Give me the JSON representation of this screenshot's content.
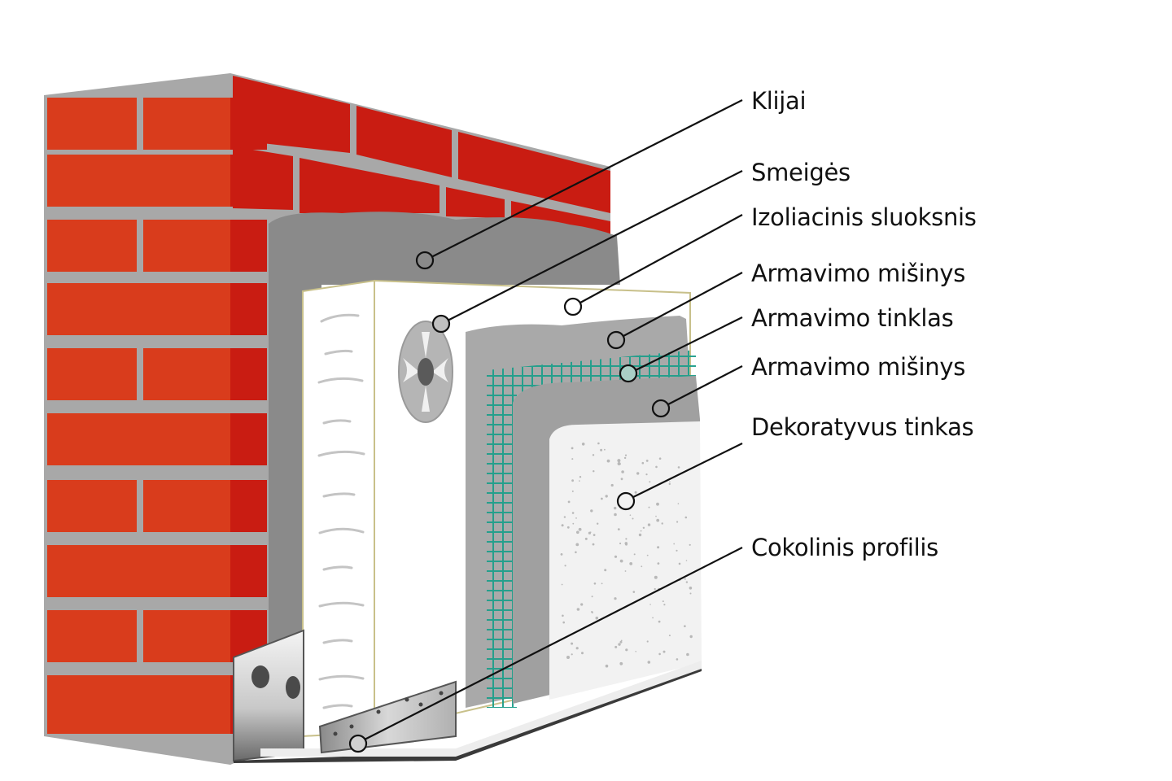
{
  "diagram": {
    "colors": {
      "brick_front": "#d93c1c",
      "brick_side": "#c91c12",
      "mortar": "#a8a8a8",
      "adhesive": "#8a8a8a",
      "insulation": "#ffffff",
      "insulation_edge": "#c8c08a",
      "base_coat": "#a9a9a9",
      "mesh": "#1e9e8a",
      "second_coat": "#a0a0a0",
      "plaster": "#f2f2f2",
      "profile": "#d4d4d4",
      "leader": "#111111"
    },
    "labels": [
      {
        "id": "klijai",
        "text": "Klijai"
      },
      {
        "id": "smeiges",
        "text": "Smeigės"
      },
      {
        "id": "izoliacinis",
        "text": "Izoliacinis sluoksnis"
      },
      {
        "id": "armavimo-misinys-1",
        "text": "Armavimo mišinys"
      },
      {
        "id": "armavimo-tinklas",
        "text": "Armavimo tinklas"
      },
      {
        "id": "armavimo-misinys-2",
        "text": "Armavimo mišinys"
      },
      {
        "id": "dekoratyvus",
        "text": "Dekoratyvus tinkas"
      },
      {
        "id": "cokolinis",
        "text": "Cokolinis profilis"
      }
    ]
  }
}
